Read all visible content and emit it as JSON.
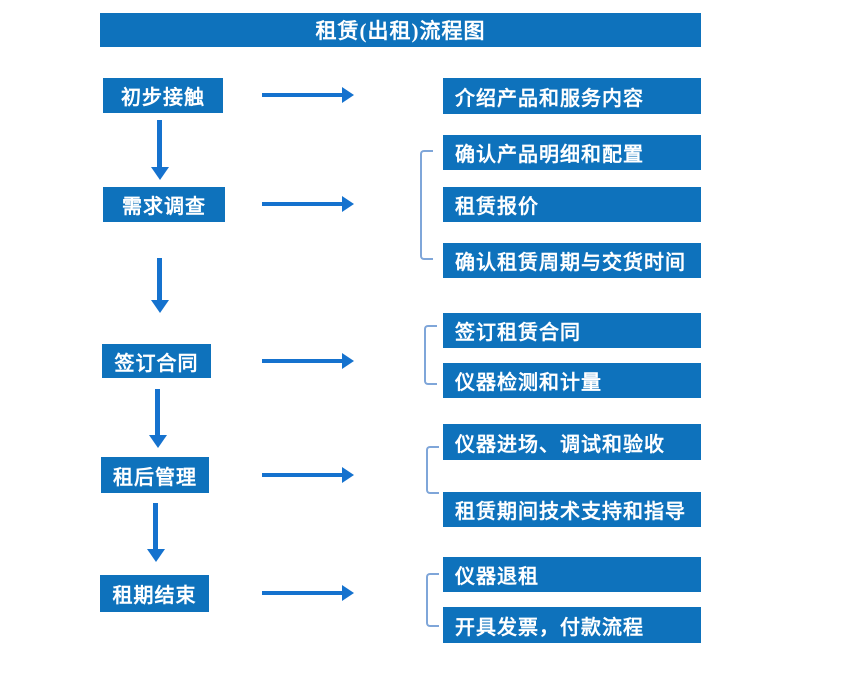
{
  "title": "租赁(出租)流程图",
  "colors": {
    "box_blue": "#0e72bc",
    "arrow_blue": "#1572ce",
    "bracket_blue": "#7fa6d9",
    "text": "#ffffff",
    "background": "#ffffff"
  },
  "stages": [
    {
      "label": "初步接触",
      "details": [
        "介绍产品和服务内容"
      ]
    },
    {
      "label": "需求调查",
      "details": [
        "确认产品明细和配置",
        "租赁报价",
        "确认租赁周期与交货时间"
      ]
    },
    {
      "label": "签订合同",
      "details": [
        "签订租赁合同",
        "仪器检测和计量"
      ]
    },
    {
      "label": "租后管理",
      "details": [
        "仪器进场、调试和验收",
        "租赁期间技术支持和指导"
      ]
    },
    {
      "label": "租期结束",
      "details": [
        "仪器退租",
        "开具发票，付款流程"
      ]
    }
  ]
}
